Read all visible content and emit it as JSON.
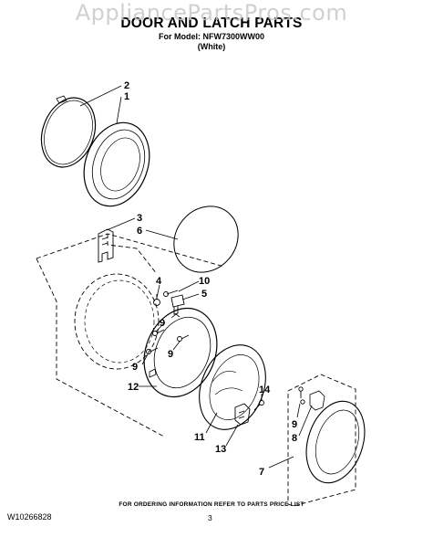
{
  "watermark": "AppliancePartsPros.com",
  "header": {
    "title": "DOOR AND LATCH PARTS",
    "model": "For Model: NFW7300WW00",
    "color": "(White)"
  },
  "callouts": {
    "c1": "1",
    "c2": "2",
    "c3": "3",
    "c4": "4",
    "c5": "5",
    "c6": "6",
    "c7": "7",
    "c8": "8",
    "c9a": "9",
    "c9b": "9",
    "c9c": "9",
    "c9d": "9",
    "c10": "10",
    "c11": "11",
    "c12": "12",
    "c13": "13",
    "c14": "14"
  },
  "footer": {
    "ordering_note": "FOR ORDERING INFORMATION REFER TO PARTS PRICE LIST",
    "doc_number": "W10266828",
    "page_number": "3"
  }
}
